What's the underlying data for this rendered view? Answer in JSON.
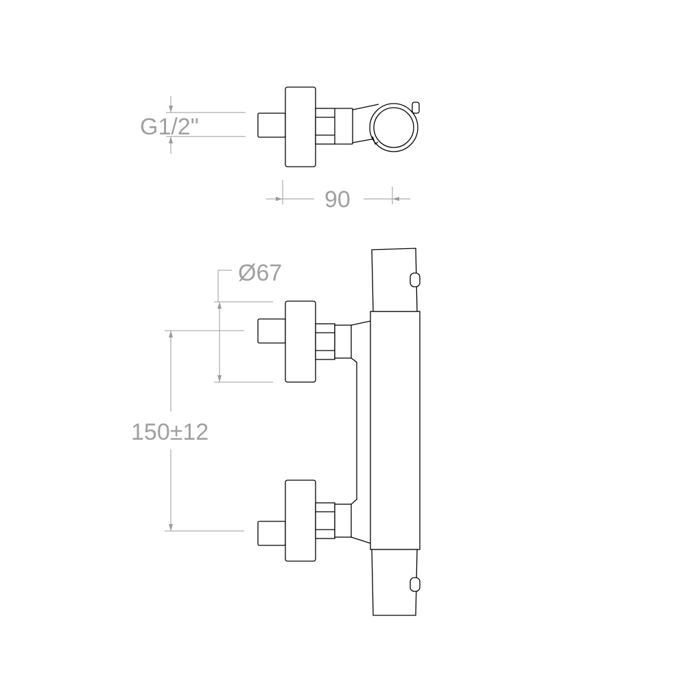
{
  "dimensions": {
    "thread_size": "G1/2\"",
    "connection_width": "90",
    "flange_diameter": "Ø67",
    "center_distance": "150±12"
  },
  "colors": {
    "drawing_line": "#000000",
    "dimension_line": "#9a9a9a",
    "dimension_text": "#a0a0a0",
    "background": "#ffffff"
  }
}
